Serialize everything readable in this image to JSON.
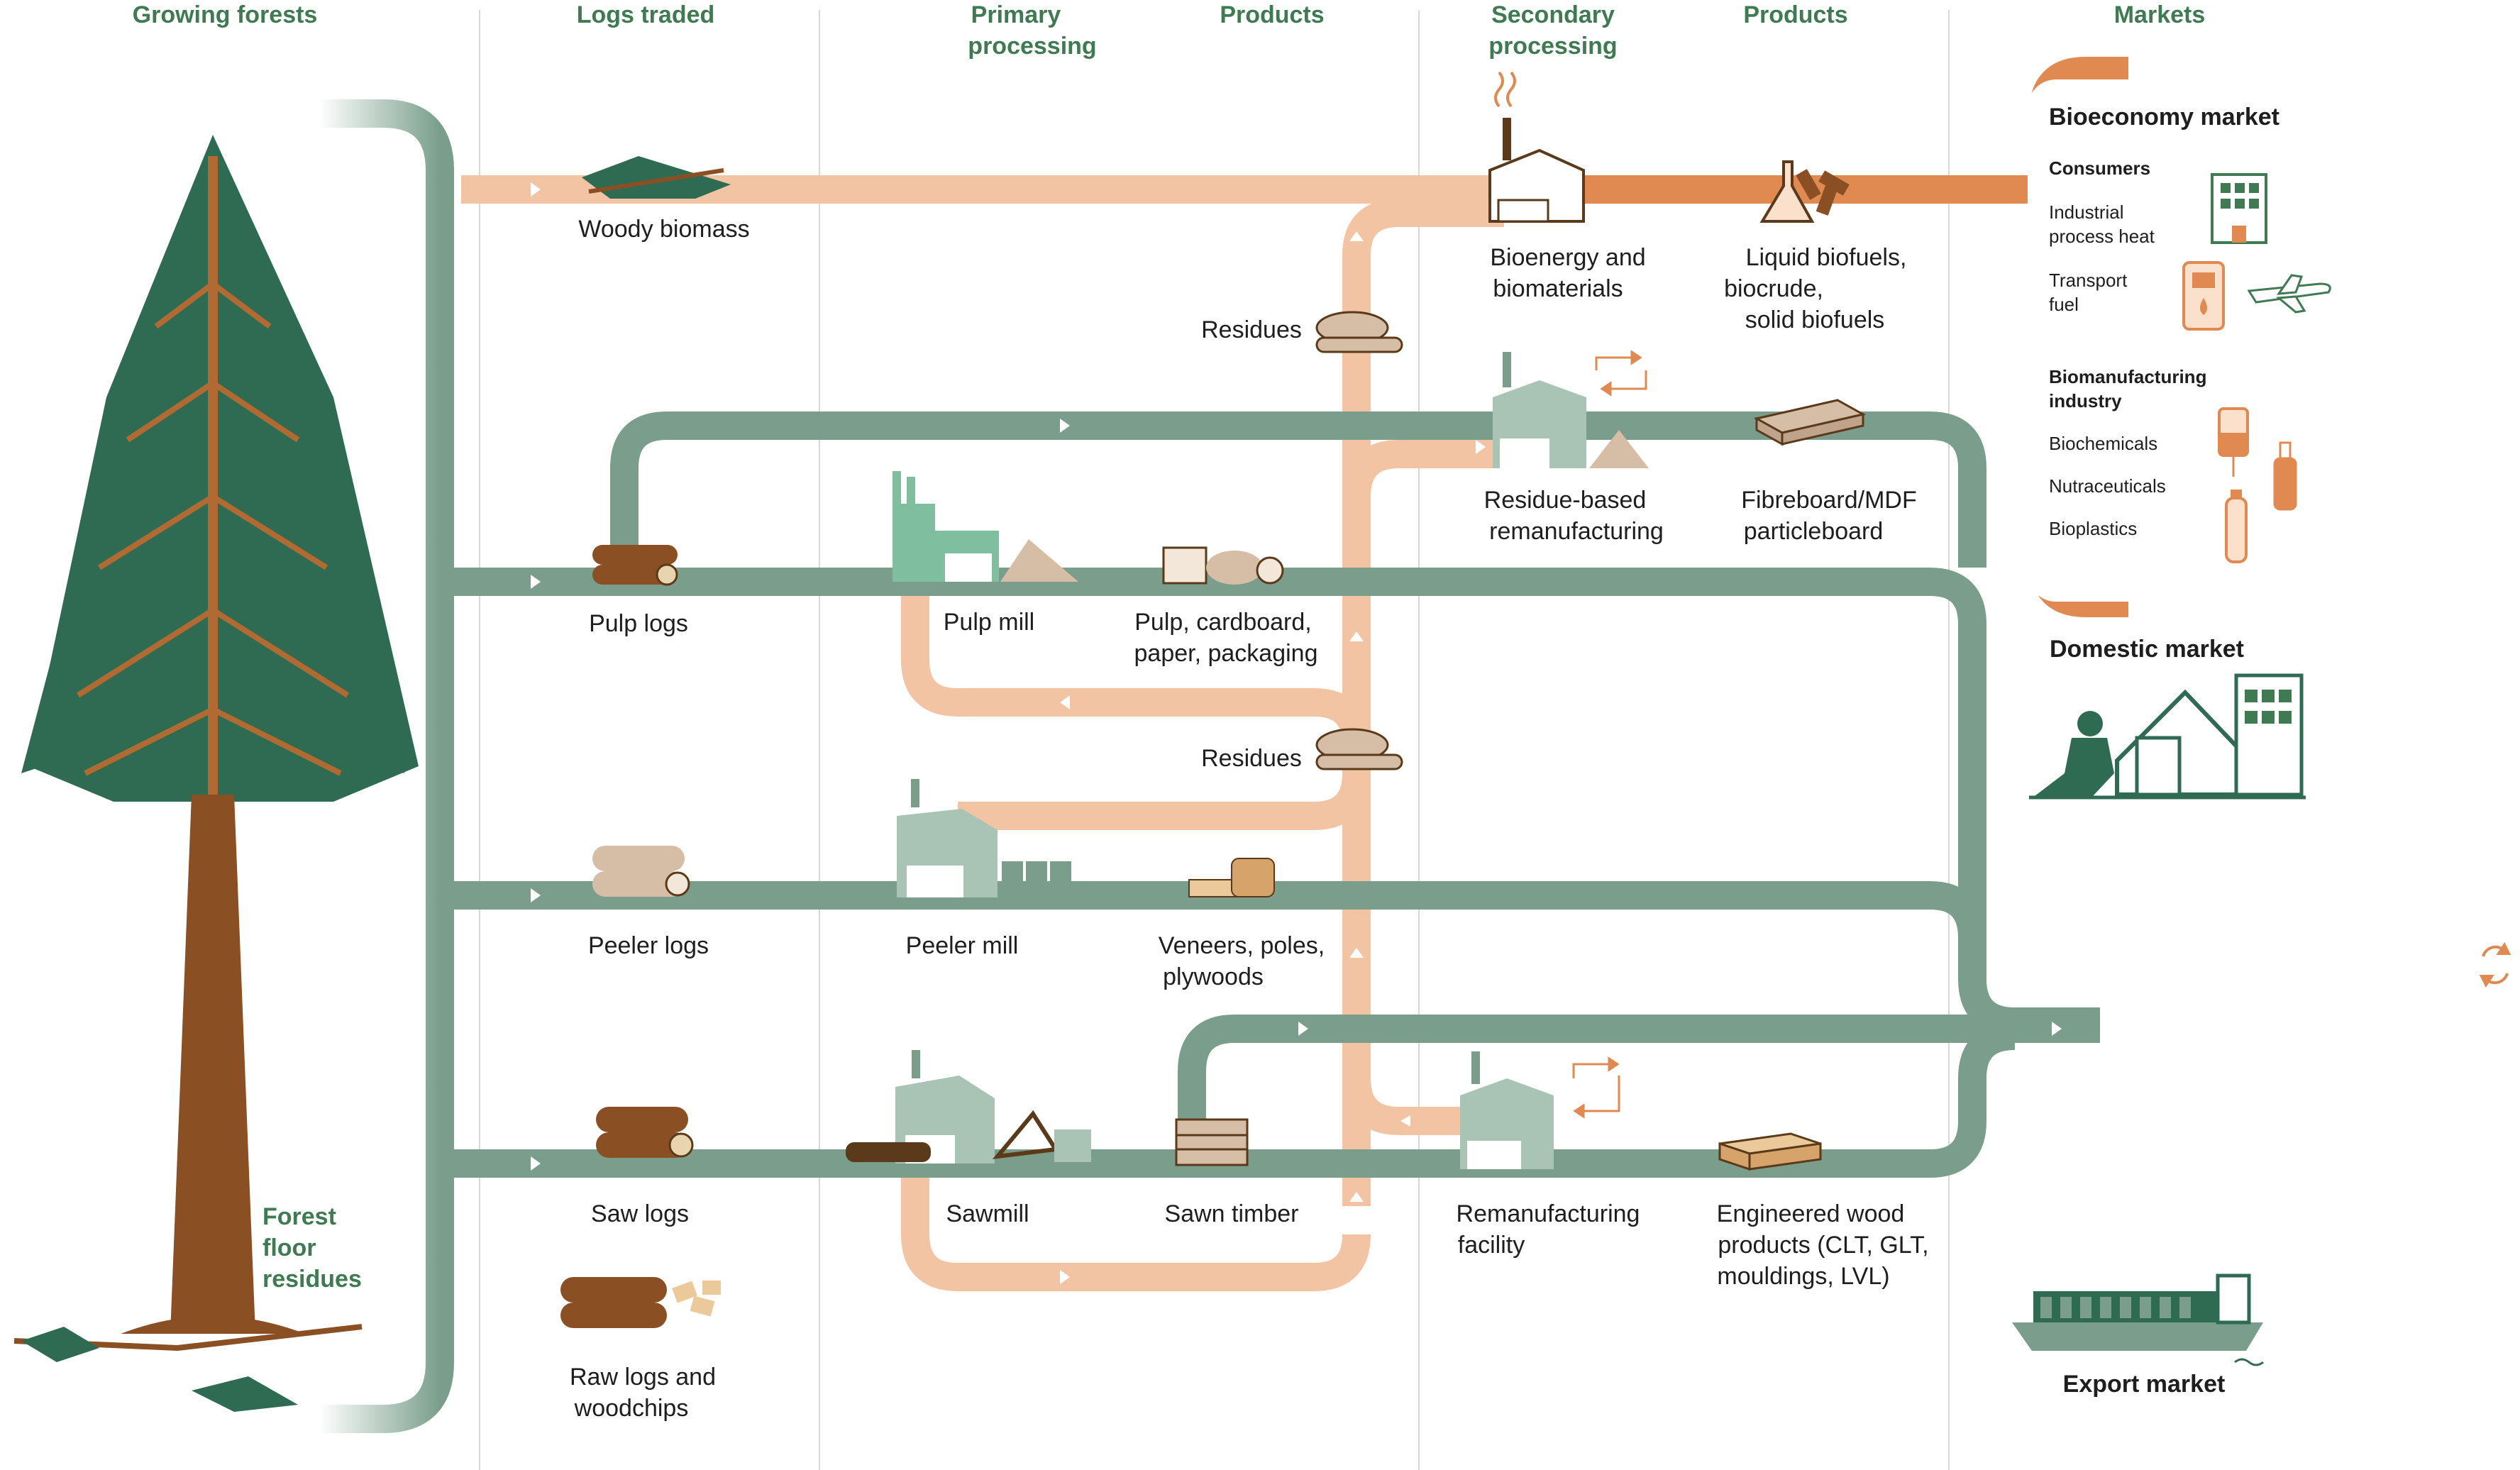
{
  "headers": {
    "growing_forests": "Growing forests",
    "logs_traded": "Logs traded",
    "primary_1": "Primary",
    "primary_2": "processing",
    "products_1": "Products",
    "secondary_1": "Secondary",
    "secondary_2": "processing",
    "products_2": "Products",
    "markets": "Markets"
  },
  "forest": {
    "floor_1": "Forest",
    "floor_2": "floor",
    "floor_3": "residues"
  },
  "logs": {
    "woody_biomass": "Woody biomass",
    "pulp_logs": "Pulp logs",
    "peeler_logs": "Peeler logs",
    "saw_logs": "Saw logs",
    "raw_1": "Raw logs and",
    "raw_2": "woodchips"
  },
  "primary": {
    "pulp_mill": "Pulp mill",
    "peeler_mill": "Peeler mill",
    "sawmill": "Sawmill"
  },
  "products": {
    "pulp_1": "Pulp, cardboard,",
    "pulp_2": "paper, packaging",
    "veneers_1": "Veneers, poles,",
    "veneers_2": "plywoods",
    "sawn_timber": "Sawn timber",
    "residues_top": "Residues",
    "residues_mid": "Residues"
  },
  "secondary": {
    "bioenergy_1": "Bioenergy and",
    "bioenergy_2": "biomaterials",
    "residue_1": "Residue-based",
    "residue_2": "remanufacturing",
    "reman_1": "Remanufacturing",
    "reman_2": "facility"
  },
  "products2": {
    "liquid_1": "Liquid biofuels,",
    "liquid_2": "biocrude,",
    "liquid_3": "solid biofuels",
    "fibre_1": "Fibreboard/MDF",
    "fibre_2": "particleboard",
    "ewp_1": "Engineered wood",
    "ewp_2": "products (CLT, GLT,",
    "ewp_3": "mouldings, LVL)"
  },
  "markets": {
    "bioeconomy": "Bioeconomy market",
    "consumers": "Consumers",
    "ind_1": "Industrial",
    "ind_2": "process heat",
    "tr_1": "Transport",
    "tr_2": "fuel",
    "bio_1": "Biomanufacturing",
    "bio_2": "industry",
    "biochemicals": "Biochemicals",
    "nutraceuticals": "Nutraceuticals",
    "bioplastics": "Bioplastics",
    "domestic": "Domestic market",
    "export": "Export market"
  },
  "colors": {
    "green_flow": "#7a9e8b",
    "peach_flow": "#f2c4a4",
    "orange_flow": "#e08a52",
    "header_green": "#3f7a52",
    "tree_green": "#2f6b52",
    "trunk_brown": "#8b4f24"
  }
}
